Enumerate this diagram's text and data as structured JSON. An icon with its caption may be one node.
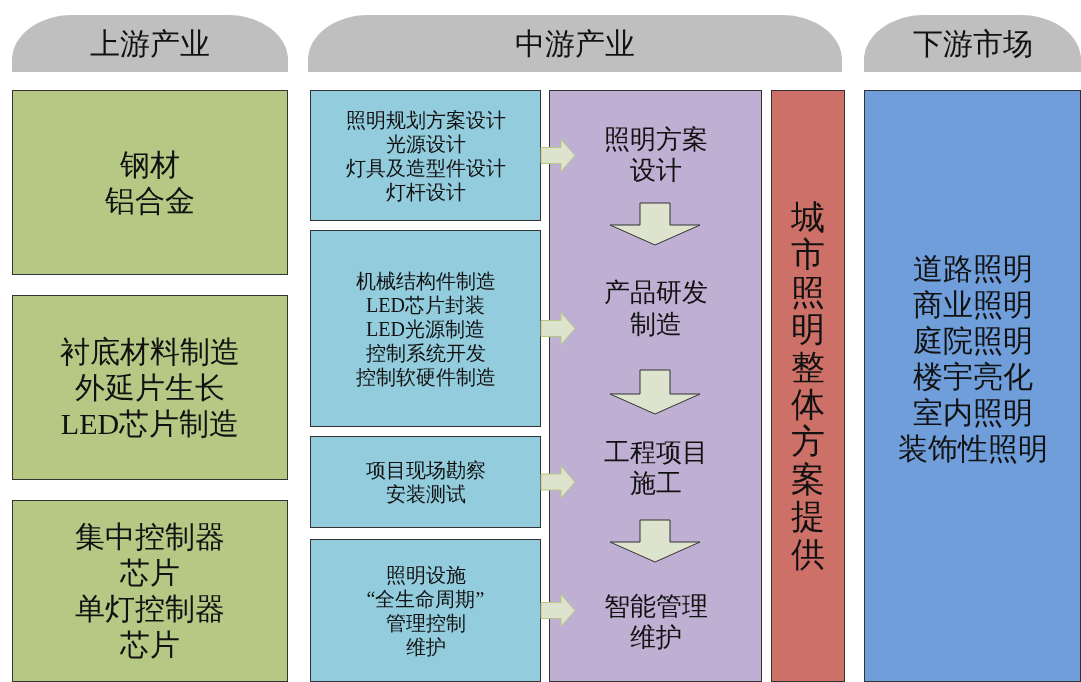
{
  "diagram": {
    "nodes": [
      {
        "text": [
          "上游产业"
        ]
      },
      {
        "text": [
          "中游产业"
        ]
      },
      {
        "text": [
          "下游市场"
        ]
      },
      {
        "text": [
          "钢材",
          "铝合金"
        ]
      },
      {
        "text": [
          "衬底材料制造",
          "外延片生长",
          "LED芯片制造"
        ]
      },
      {
        "text": [
          "集中控制器芯片",
          "单灯控制器芯片"
        ]
      },
      {
        "text": [
          "照明规划方案设计",
          "光源设计",
          "灯具及造型件设计",
          "灯杆设计"
        ]
      },
      {
        "text": [
          "机械结构件制造",
          "LED芯片封装",
          "LED光源制造",
          "控制系统开发",
          "控制软硬件制造"
        ]
      },
      {
        "text": [
          "项目现场勘察",
          "安装测试"
        ]
      },
      {
        "text": [
          "照明设施",
          "“全生命周期”",
          "管理控制",
          "维护"
        ]
      },
      {
        "text": [],
        "shape": "box"
      },
      {
        "text": [
          "照明方案设计"
        ],
        "in": 10
      },
      {
        "text": [
          "产品研发制造"
        ],
        "in": 10
      },
      {
        "text": [
          "工程项目施工"
        ],
        "in": 10
      },
      {
        "text": [
          "智能管理维护"
        ],
        "in": 10
      },
      {
        "text": [
          "城市照明整体方案提供"
        ]
      },
      {
        "text": [
          "道路照明",
          "商业照明",
          "庭院照明",
          "楼宇亮化",
          "室内照明",
          "装饰性照明"
        ]
      }
    ],
    "edges": [
      {
        "from": 6,
        "to": 11,
        "arrow": "to"
      },
      {
        "from": 7,
        "to": 12,
        "arrow": "to"
      },
      {
        "from": 8,
        "to": 13,
        "arrow": "to"
      },
      {
        "from": 9,
        "to": 14,
        "arrow": "to"
      },
      {
        "from": 11,
        "to": 12,
        "arrow": "to"
      },
      {
        "from": 12,
        "to": 13,
        "arrow": "to"
      },
      {
        "from": 13,
        "to": 14,
        "arrow": "to"
      }
    ]
  }
}
